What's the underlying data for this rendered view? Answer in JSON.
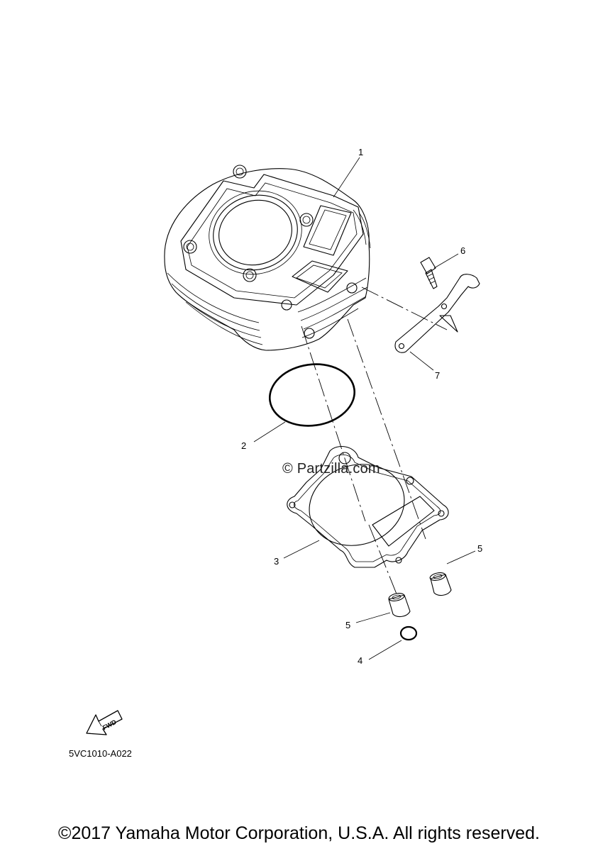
{
  "callouts": {
    "c1": "1",
    "c2": "2",
    "c3": "3",
    "c4": "4",
    "c5a": "5",
    "c5b": "5",
    "c6": "6",
    "c7": "7"
  },
  "watermark": "© Partzilla.com",
  "fwd_label": "FWD",
  "diagram_code": "5VC1010-A022",
  "copyright": "©2017 Yamaha Motor Corporation, U.S.A. All rights reserved."
}
